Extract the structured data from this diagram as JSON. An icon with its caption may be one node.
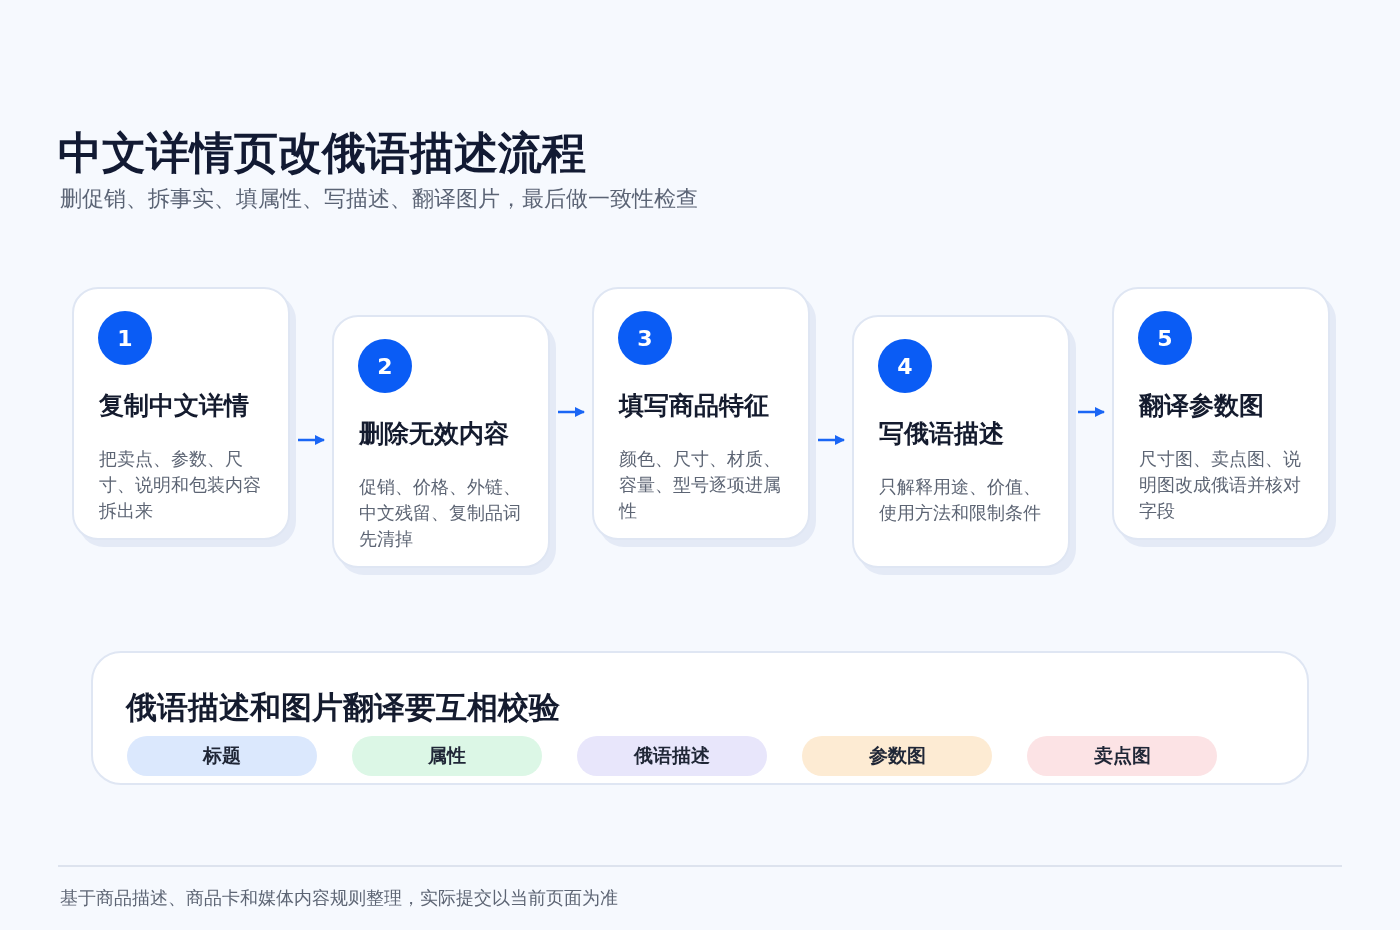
{
  "diagram": {
    "title": "中文详情页改俄语描述流程",
    "caption": "删促销、拆事实、填属性、写描述、翻译图片，最后做一致性检查",
    "nodes": [
      {
        "text": [
          "1",
          "复制中文详情",
          "把卖点、参数、尺寸、说明和包装内容拆出来"
        ]
      },
      {
        "text": [
          "2",
          "删除无效内容",
          "促销、价格、外链、中文残留、复制品词先清掉"
        ]
      },
      {
        "text": [
          "3",
          "填写商品特征",
          "颜色、尺寸、材质、容量、型号逐项进属性"
        ]
      },
      {
        "text": [
          "4",
          "写俄语描述",
          "只解释用途、价值、使用方法和限制条件"
        ]
      },
      {
        "text": [
          "5",
          "翻译参数图",
          "尺寸图、卖点图、说明图改成俄语并核对字段"
        ]
      },
      {
        "text": [
          "俄语描述和图片翻译要互相校验"
        ]
      },
      {
        "text": [
          "标题"
        ],
        "in": 5
      },
      {
        "text": [
          "属性"
        ],
        "in": 5
      },
      {
        "text": [
          "俄语描述"
        ],
        "in": 5
      },
      {
        "text": [
          "参数图"
        ],
        "in": 5
      },
      {
        "text": [
          "卖点图"
        ],
        "in": 5
      }
    ],
    "edges": [
      {
        "from": 0,
        "to": 1,
        "arrow": "to"
      },
      {
        "from": 1,
        "to": 2,
        "arrow": "to"
      },
      {
        "from": 2,
        "to": 3,
        "arrow": "to"
      },
      {
        "from": 3,
        "to": 4,
        "arrow": "to"
      }
    ],
    "labels": [
      "基于商品描述、商品卡和媒体内容规则整理，实际提交以当前页面为准"
    ]
  }
}
